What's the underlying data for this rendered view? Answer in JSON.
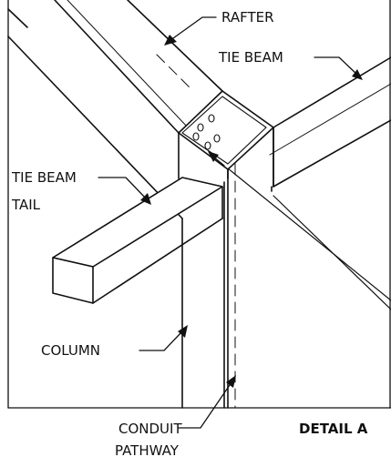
{
  "labels": {
    "rafter": "RAFTER",
    "tie_beam": "TIE BEAM",
    "tie_beam_tail_line1": "TIE BEAM",
    "tie_beam_tail_line2": "TAIL",
    "column": "COLUMN",
    "conduit_line1": "CONDUIT",
    "conduit_line2": "PATHWAY"
  },
  "title": "DETAIL A",
  "colors": {
    "ink": "#111111",
    "paper": "#ffffff"
  }
}
